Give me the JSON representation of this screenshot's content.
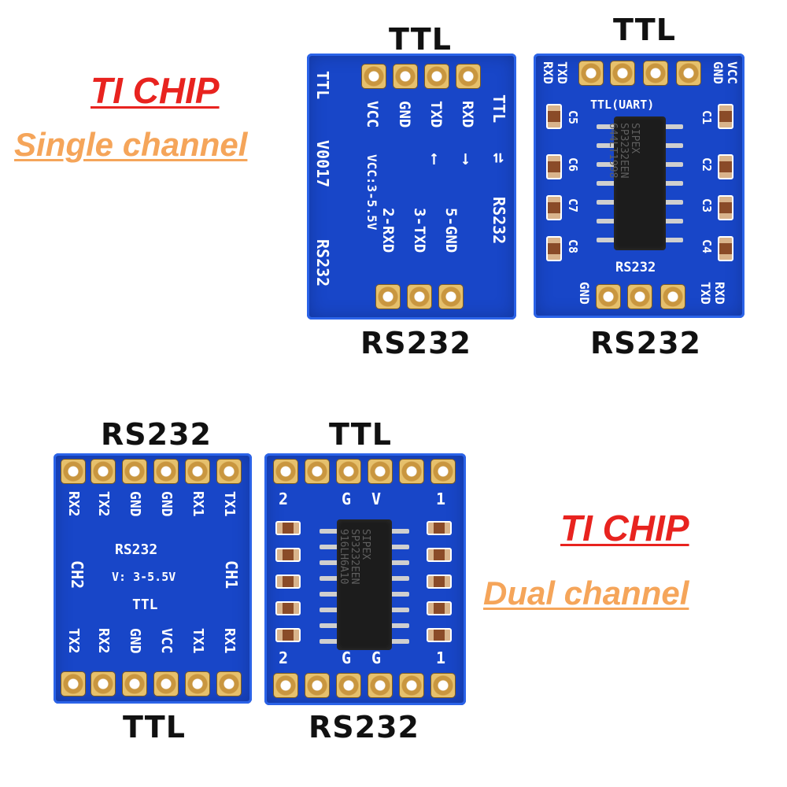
{
  "promo": {
    "single": {
      "title": "TI CHIP",
      "subtitle": "Single channel"
    },
    "dual": {
      "title": "TI CHIP",
      "subtitle": "Dual channel"
    }
  },
  "boards": {
    "board1": {
      "top_caption": "TTL",
      "bottom_caption": "RS232",
      "left_text": [
        "TTL",
        "V0017",
        "RS232"
      ],
      "pin_labels": [
        "VCC",
        "GND",
        "TXD",
        "RXD"
      ],
      "arrows": [
        "⟵",
        "⟶"
      ],
      "side_text": [
        "TTL",
        "⇌",
        "RS232"
      ],
      "vcc_note": "VCC:3-5.5V",
      "rs_labels": [
        "2-RXD",
        "3-TXD",
        "5-GND"
      ]
    },
    "board2": {
      "top_caption": "TTL",
      "bottom_caption": "RS232",
      "top_left": [
        "RXD",
        "TXD"
      ],
      "top_right": [
        "VCC",
        "GND"
      ],
      "uart": "TTL(UART)",
      "caps_left": [
        "C5",
        "C6",
        "C7",
        "C8"
      ],
      "caps_right": [
        "C1",
        "C2",
        "C3",
        "C4"
      ],
      "chip_text": [
        "SIPEX",
        "SP3232EEN",
        "644LT1998"
      ],
      "rs_label": "RS232",
      "bottom_left": "GND",
      "bottom_right": [
        "TXD",
        "RXD"
      ]
    },
    "board3": {
      "top_caption": "RS232",
      "bottom_caption": "TTL",
      "top_pins": [
        "RX2",
        "TX2",
        "GND",
        "GND",
        "RX1",
        "TX1"
      ],
      "center": [
        "RS232",
        "V: 3-5.5V",
        "TTL"
      ],
      "ch_left": "CH2",
      "ch_right": "CH1",
      "bottom_pins": [
        "TX2",
        "RX2",
        "GND",
        "VCC",
        "TX1",
        "RX1"
      ]
    },
    "board4": {
      "top_caption": "TTL",
      "bottom_caption": "RS232",
      "top_marks": [
        "2",
        "G",
        "V",
        "1"
      ],
      "bottom_marks": [
        "2",
        "G",
        "G",
        "1"
      ],
      "chip_text": [
        "SIPEX",
        "SP3232EEN",
        "916LH6A10"
      ]
    }
  }
}
